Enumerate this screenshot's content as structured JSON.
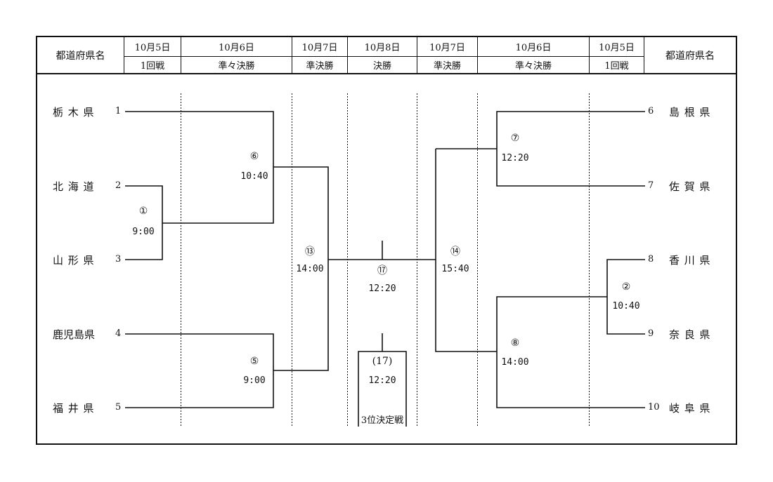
{
  "header": {
    "left_title": "都道府県名",
    "right_title": "都道府県名",
    "columns": [
      {
        "date": "10月5日",
        "round": "1回戦"
      },
      {
        "date": "10月6日",
        "round": "準々決勝"
      },
      {
        "date": "10月7日",
        "round": "準決勝"
      },
      {
        "date": "10月8日",
        "round": "決勝"
      },
      {
        "date": "10月7日",
        "round": "準決勝"
      },
      {
        "date": "10月6日",
        "round": "準々決勝"
      },
      {
        "date": "10月5日",
        "round": "1回戦"
      }
    ]
  },
  "teams_left": [
    {
      "seed": "1",
      "name": "栃 木 県"
    },
    {
      "seed": "2",
      "name": "北 海 道"
    },
    {
      "seed": "3",
      "name": "山 形 県"
    },
    {
      "seed": "4",
      "name": "鹿児島県"
    },
    {
      "seed": "5",
      "name": "福 井 県"
    }
  ],
  "teams_right": [
    {
      "seed": "6",
      "name": "島 根 県"
    },
    {
      "seed": "7",
      "name": "佐 賀 県"
    },
    {
      "seed": "8",
      "name": "香 川 県"
    },
    {
      "seed": "9",
      "name": "奈 良 県"
    },
    {
      "seed": "10",
      "name": "岐 阜 県"
    }
  ],
  "matches": {
    "m1": {
      "no": "①",
      "time": "9:00"
    },
    "m6": {
      "no": "⑥",
      "time": "10:40"
    },
    "m5": {
      "no": "⑤",
      "time": "9:00"
    },
    "m13": {
      "no": "⑬",
      "time": "14:00"
    },
    "m17": {
      "no": "⑰",
      "time": "12:20"
    },
    "m14": {
      "no": "⑭",
      "time": "15:40"
    },
    "m7": {
      "no": "⑦",
      "time": "12:20"
    },
    "m2": {
      "no": "②",
      "time": "10:40"
    },
    "m8": {
      "no": "⑧",
      "time": "14:00"
    },
    "m17b": {
      "no": "(17)",
      "time": "12:20"
    }
  },
  "third_place_label": "3位決定戦"
}
